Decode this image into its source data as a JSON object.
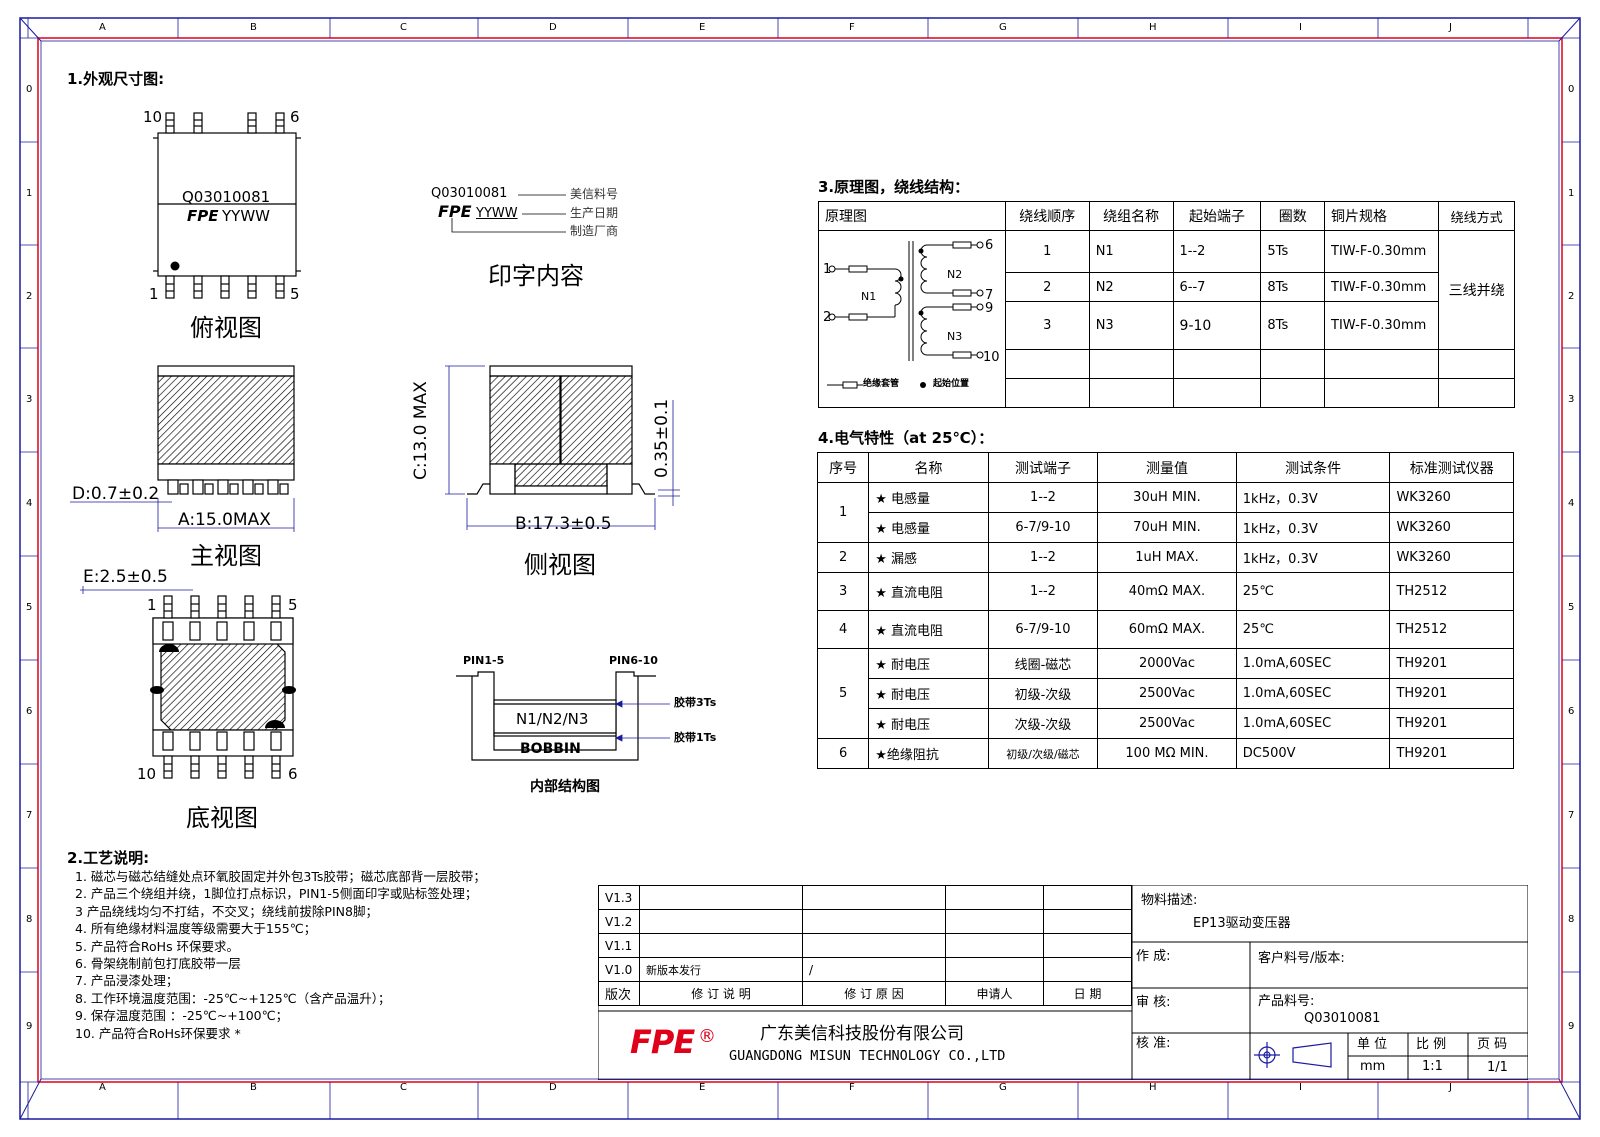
{
  "frame": {
    "col_labels": [
      "A",
      "B",
      "C",
      "D",
      "E",
      "F",
      "G",
      "H",
      "I",
      "J"
    ],
    "row_labels": [
      "0",
      "1",
      "2",
      "3",
      "4",
      "5",
      "6",
      "7",
      "8",
      "9"
    ]
  },
  "section1": {
    "title": "1.外观尺寸图:",
    "top_view": {
      "label": "俯视图",
      "part_no": "Q03010081",
      "brand": "FPE",
      "date_code": "YYWW",
      "pin_tl": "10",
      "pin_tr": "6",
      "pin_bl": "1",
      "pin_br": "5"
    },
    "marking": {
      "label": "印字内容",
      "part_no": "Q03010081",
      "brand": "FPE",
      "date_code": "YYWW",
      "note_part": "美信料号",
      "note_date": "生产日期",
      "note_maker": "制造厂商"
    },
    "front_view": {
      "label": "主视图",
      "dim_a": "A:15.0MAX",
      "dim_d": "D:0.7±0.2"
    },
    "side_view": {
      "label": "侧视图",
      "dim_b": "B:17.3±0.5",
      "dim_c": "C:13.0 MAX",
      "dim_h": "0.35±0.1"
    },
    "bottom_view": {
      "label": "底视图",
      "dim_e": "E:2.5±0.5",
      "pin_tl": "1",
      "pin_tr": "5",
      "pin_bl": "10",
      "pin_br": "6"
    },
    "internal": {
      "label": "内部结构图",
      "pin_left": "PIN1-5",
      "pin_right": "PIN6-10",
      "winding": "N1/N2/N3",
      "bobbin": "BOBBIN",
      "tape_top": "胶带3Ts",
      "tape_bottom": "胶带1Ts"
    }
  },
  "section2": {
    "title": "2.工艺说明:",
    "items": [
      "1.    磁芯与磁芯结缝处点环氧胶固定并外包3Ts胶带；磁芯底部背一层胶带；",
      "2.    产品三个绕组并绕，1脚位打点标识，PIN1-5侧面印字或贴标签处理；",
      "3    产品绕线均匀不打结，不交叉；绕线前拔除PIN8脚；",
      "4.    所有绝缘材料温度等级需要大于155℃；",
      "5.    产品符合RoHs 环保要求。",
      "6.  骨架绕制前包打底胶带一层",
      "7.  产品浸漆处理；",
      "8.  工作环境温度范围：-25℃~+125℃（含产品温升）；",
      "9.  保存温度范围        ：-25℃~+100℃；",
      "10.  产品符合RoHs环保要求 *"
    ]
  },
  "section3": {
    "title": "3.原理图，绕线结构：",
    "headers": [
      "原理图",
      "绕线顺序",
      "绕组名称",
      "起始端子",
      "圈数",
      "铜片规格",
      "绕线方式"
    ],
    "rows": [
      [
        "1",
        "N1",
        "1--2",
        "5Ts",
        "TIW-F-0.30mm"
      ],
      [
        "2",
        "N2",
        "6--7",
        "8Ts",
        "TIW-F-0.30mm"
      ],
      [
        "3",
        "N3",
        "9-10",
        "8Ts",
        "TIW-F-0.30mm"
      ]
    ],
    "method": "三线并绕",
    "schematic": {
      "p1": "1",
      "p2": "2",
      "p6": "6",
      "p7": "7",
      "p9": "9",
      "p10": "10",
      "n1": "N1",
      "n2": "N2",
      "n3": "N3",
      "legend_sleeve": "绝缘套管",
      "legend_start": "起始位置"
    }
  },
  "section4": {
    "title": "4.电气特性（at 25℃）：",
    "headers": [
      "序号",
      "名称",
      "测试端子",
      "测量值",
      "测试条件",
      "标准测试仪器"
    ],
    "rows": [
      {
        "no": "1",
        "name": "★ 电感量",
        "pins": "1--2",
        "value": "30uH MIN.",
        "cond": "1kHz，0.3V",
        "inst": "WK3260"
      },
      {
        "no": "",
        "name": "★ 电感量",
        "pins": "6-7/9-10",
        "value": "70uH MIN.",
        "cond": "1kHz，0.3V",
        "inst": "WK3260"
      },
      {
        "no": "2",
        "name": "★ 漏感",
        "pins": "1--2",
        "value": "1uH MAX.",
        "cond": "1kHz，0.3V",
        "inst": "WK3260"
      },
      {
        "no": "3",
        "name": "★ 直流电阻",
        "pins": "1--2",
        "value": "40mΩ MAX.",
        "cond": "25℃",
        "inst": "TH2512"
      },
      {
        "no": "4",
        "name": "★ 直流电阻",
        "pins": "6-7/9-10",
        "value": "60mΩ MAX.",
        "cond": "25℃",
        "inst": "TH2512"
      },
      {
        "no": "5",
        "name": "★ 耐电压",
        "pins": "线圈-磁芯",
        "value": "2000Vac",
        "cond": "1.0mA,60SEC",
        "inst": "TH9201"
      },
      {
        "no": "",
        "name": "★ 耐电压",
        "pins": "初级-次级",
        "value": "2500Vac",
        "cond": "1.0mA,60SEC",
        "inst": "TH9201"
      },
      {
        "no": "",
        "name": "★ 耐电压",
        "pins": "次级-次级",
        "value": "2500Vac",
        "cond": "1.0mA,60SEC",
        "inst": "TH9201"
      },
      {
        "no": "6",
        "name": "★绝缘阻抗",
        "pins": "初级/次级/磁芯",
        "value": "100 MΩ MIN.",
        "cond": "DC500V",
        "inst": "TH9201"
      }
    ]
  },
  "title_block": {
    "versions": [
      "V1.3",
      "V1.2",
      "V1.1",
      "V1.0"
    ],
    "v10_desc": "新版本发行",
    "v10_reason": "/",
    "col_version": "版次",
    "col_desc": "修 订 说 明",
    "col_reason": "修 订 原 因",
    "col_applicant": "申请人",
    "col_date": "日  期",
    "material_desc_label": "物料描述:",
    "material_desc": "EP13驱动变压器",
    "made_by": "作 成:",
    "customer_pn": "客户料号/版本:",
    "reviewed": "审 核:",
    "product_pn_label": "产品料号:",
    "product_pn": "Q03010081",
    "approved": "核 准:",
    "unit_label": "单 位",
    "unit": "mm",
    "scale_label": "比 例",
    "scale": "1:1",
    "page_label": "页 码",
    "page": "1/1",
    "logo": "FPE",
    "reg": "®",
    "company_cn": "广东美信科技股份有限公司",
    "company_en": "GUANGDONG MISUN TECHNOLOGY CO.,LTD"
  },
  "colors": {
    "frame": "#1a1aa0",
    "red": "#e0001a",
    "line": "#000000"
  }
}
